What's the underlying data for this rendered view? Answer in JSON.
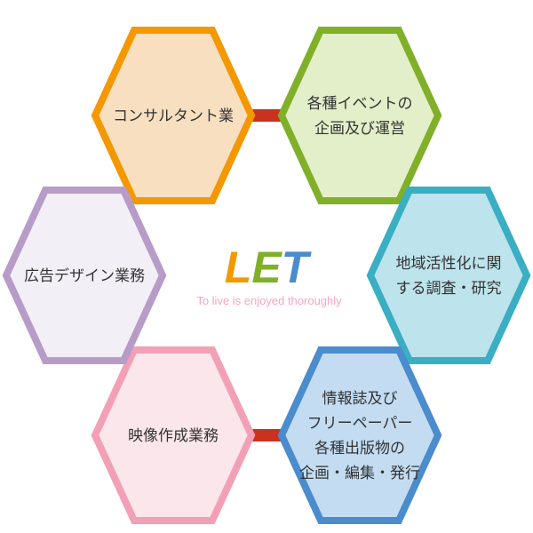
{
  "logo": {
    "letters": [
      "L",
      "E",
      "T"
    ],
    "colors": [
      "#f39800",
      "#80b029",
      "#4a8ccc"
    ],
    "tagline": "To live is enjoyed thoroughly"
  },
  "connector_color": "#c8321e",
  "services": [
    {
      "id": "consulting",
      "lines": [
        "コンサルタント業"
      ],
      "border": "#f39800",
      "fill": "#f7dfc0"
    },
    {
      "id": "events",
      "lines": [
        "各種イベントの",
        "企画及び運営"
      ],
      "border": "#80b029",
      "fill": "#e3efc9"
    },
    {
      "id": "research",
      "lines": [
        "地域活性化に関",
        "する調査・研究"
      ],
      "border": "#3aaec2",
      "fill": "#bde3ec"
    },
    {
      "id": "publishing",
      "lines": [
        "情報誌及び",
        "フリーペーパー",
        "各種出版物の",
        "企画・編集・発行"
      ],
      "border": "#4a8ccc",
      "fill": "#c3dcf2"
    },
    {
      "id": "video",
      "lines": [
        "映像作成業務"
      ],
      "border": "#f2a0b6",
      "fill": "#fbe6eb"
    },
    {
      "id": "ad-design",
      "lines": [
        "広告デザイン業務"
      ],
      "border": "#b89cc8",
      "fill": "#f3eff7"
    }
  ]
}
